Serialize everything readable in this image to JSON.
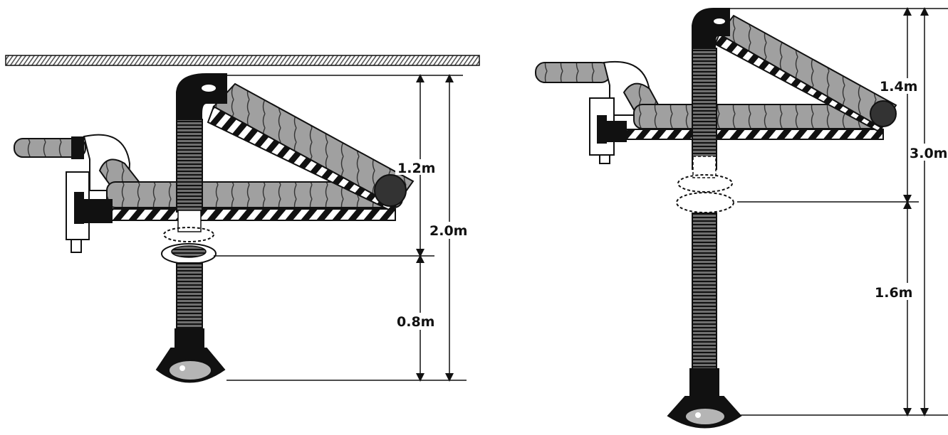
{
  "colors": {
    "ink": "#111111",
    "hose": "#9a9a9a",
    "hose_dark": "#555555",
    "stripe_light": "#ffffff",
    "stripe_dark": "#111111",
    "background": "#ffffff"
  },
  "left_unit": {
    "arm_label": "1.2m",
    "total_label": "2.0m",
    "drop_label": "0.8m"
  },
  "right_unit": {
    "arm_label": "1.4m",
    "total_label": "3.0m",
    "drop_label": "1.6m"
  }
}
